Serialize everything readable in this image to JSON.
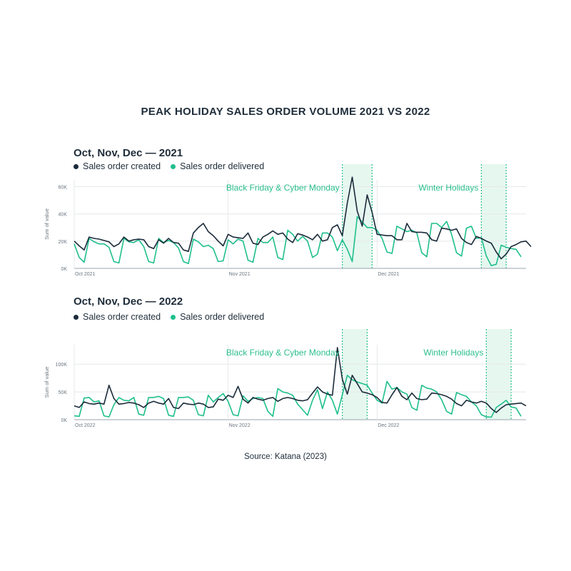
{
  "title": "PEAK HOLIDAY SALES ORDER VOLUME 2021 VS 2022",
  "source": "Source: Katana (2023)",
  "colors": {
    "created": "#1b2b3a",
    "delivered": "#1ebf8c",
    "highlight": "#e6f7f0",
    "annotation": "#2bbf8c"
  },
  "legend": {
    "created": "Sales order created",
    "delivered": "Sales order delivered"
  },
  "chart_data": [
    {
      "type": "line",
      "title": "Oct, Nov, Dec — 2021",
      "ylabel": "Sum of value",
      "ylim": [
        0,
        65000
      ],
      "yticks": [
        0,
        20000,
        40000,
        60000
      ],
      "ytick_labels": [
        "0K",
        "20K",
        "40K",
        "60K"
      ],
      "x_start": "2021-10-01",
      "x_end": "2021-12-31",
      "xticks": [
        {
          "date": "2021-10-01",
          "label": "Oct 2021"
        },
        {
          "date": "2021-11-01",
          "label": "Nov 2021"
        },
        {
          "date": "2021-12-01",
          "label": "Dec 2021"
        }
      ],
      "highlights": [
        {
          "label": "Black Friday & Cyber Monday",
          "start": "2021-11-24",
          "end": "2021-11-30"
        },
        {
          "label": "Winter Holidays",
          "start": "2021-12-22",
          "end": "2021-12-27"
        }
      ],
      "series": [
        {
          "name": "Sales order created",
          "values": [
            20000,
            16500,
            13500,
            23000,
            22000,
            21500,
            20500,
            19500,
            16000,
            18000,
            23000,
            20000,
            21000,
            21500,
            21000,
            16000,
            14500,
            21000,
            18500,
            22000,
            19000,
            18500,
            13500,
            12500,
            26000,
            30000,
            33000,
            27000,
            24000,
            20000,
            16500,
            25000,
            23000,
            22500,
            22000,
            26000,
            18500,
            17500,
            23000,
            25000,
            27500,
            25000,
            26000,
            21500,
            19000,
            25500,
            24500,
            23000,
            21000,
            25000,
            20000,
            21000,
            30000,
            32000,
            24000,
            48000,
            67000,
            42000,
            31000,
            54000,
            41000,
            25000,
            24500,
            24000,
            24000,
            21000,
            21000,
            33000,
            27000,
            26500,
            26500,
            26000,
            21000,
            20000,
            29500,
            29000,
            28000,
            29000,
            22000,
            19000,
            17500,
            23500,
            22000,
            20000,
            18500,
            12000,
            7000,
            10500,
            16000,
            17500,
            19500,
            20000,
            16000
          ]
        },
        {
          "name": "Sales order delivered",
          "values": [
            18000,
            8000,
            4500,
            22000,
            19500,
            18000,
            18000,
            15500,
            5000,
            4000,
            22000,
            19500,
            19000,
            21000,
            16000,
            5000,
            4000,
            22000,
            19000,
            20500,
            19000,
            15000,
            5000,
            3500,
            21500,
            19500,
            16000,
            17000,
            14500,
            5000,
            5500,
            21000,
            18000,
            21500,
            20000,
            6000,
            4500,
            22000,
            19000,
            19000,
            23000,
            8000,
            6500,
            28000,
            25000,
            20000,
            23500,
            20000,
            8000,
            10500,
            26000,
            26000,
            23000,
            13000,
            21000,
            14000,
            5000,
            38000,
            34000,
            30000,
            30000,
            28000,
            22000,
            12000,
            11000,
            31000,
            29000,
            27000,
            28000,
            26000,
            11500,
            8500,
            33000,
            33000,
            30000,
            34500,
            25000,
            11500,
            9000,
            29500,
            31000,
            22000,
            22500,
            9000,
            2000,
            3000,
            17000,
            15500,
            14500,
            14000,
            8500
          ]
        }
      ]
    },
    {
      "type": "line",
      "title": "Oct, Nov, Dec — 2022",
      "ylabel": "Sum of value",
      "ylim": [
        0,
        135000
      ],
      "yticks": [
        0,
        50000,
        100000
      ],
      "ytick_labels": [
        "0K",
        "50K",
        "100K"
      ],
      "x_start": "2022-10-01",
      "x_end": "2022-12-31",
      "xticks": [
        {
          "date": "2022-10-01",
          "label": "Oct 2022"
        },
        {
          "date": "2022-11-01",
          "label": "Nov 2022"
        },
        {
          "date": "2022-12-01",
          "label": "Dec 2022"
        }
      ],
      "highlights": [
        {
          "label": "Black Friday & Cyber Monday",
          "start": "2022-11-24",
          "end": "2022-11-29"
        },
        {
          "label": "Winter Holidays",
          "start": "2022-12-23",
          "end": "2022-12-28"
        }
      ],
      "series": [
        {
          "name": "Sales order created",
          "values": [
            25000,
            22000,
            32000,
            29000,
            28000,
            30000,
            28000,
            62000,
            38000,
            28000,
            29000,
            31000,
            30000,
            27000,
            22000,
            30000,
            33000,
            30000,
            28000,
            38000,
            22000,
            20000,
            30000,
            28000,
            27000,
            30000,
            28000,
            22000,
            23000,
            37000,
            35000,
            44000,
            40000,
            60000,
            37000,
            30000,
            40000,
            37000,
            35000,
            38000,
            40000,
            33000,
            38000,
            40000,
            38000,
            35000,
            34000,
            36000,
            48000,
            59000,
            50000,
            46000,
            44000,
            130000,
            73000,
            46000,
            80000,
            65000,
            50000,
            48000,
            45000,
            40000,
            31000,
            30000,
            45000,
            58000,
            42000,
            36000,
            48000,
            38000,
            36000,
            37000,
            48000,
            47000,
            45000,
            42000,
            37000,
            29000,
            25000,
            35000,
            32000,
            30000,
            33000,
            30000,
            20000,
            13000,
            21000,
            27000,
            28000,
            29000,
            30000,
            25000
          ]
        },
        {
          "name": "Sales order delivered",
          "values": [
            7000,
            6000,
            39000,
            40000,
            32000,
            34000,
            7000,
            5000,
            27000,
            40000,
            35000,
            34000,
            40000,
            10000,
            8000,
            40000,
            40000,
            42000,
            38000,
            8000,
            6000,
            40000,
            40000,
            41000,
            35000,
            9000,
            7000,
            44000,
            32000,
            40000,
            47000,
            33000,
            9000,
            7000,
            43000,
            33000,
            38000,
            40000,
            38000,
            15000,
            6000,
            56000,
            50000,
            48000,
            44000,
            28000,
            18000,
            8000,
            35000,
            54000,
            20000,
            50000,
            35000,
            10000,
            45000,
            80000,
            72000,
            68000,
            65000,
            62000,
            48000,
            35000,
            30000,
            69000,
            55000,
            58000,
            50000,
            46000,
            22000,
            17000,
            62000,
            57000,
            55000,
            50000,
            36000,
            15000,
            10000,
            49000,
            45000,
            42000,
            32000,
            25000,
            9000,
            5000,
            4500,
            22000,
            28000,
            35000,
            23000,
            21000,
            6000
          ]
        }
      ]
    }
  ],
  "annotations_text": {
    "bf_2021": "Black Friday & Cyber Monday",
    "wh_2021": "Winter Holidays",
    "bf_2022": "Black Friday & Cyber Monday",
    "wh_2022": "Winter Holidays"
  }
}
